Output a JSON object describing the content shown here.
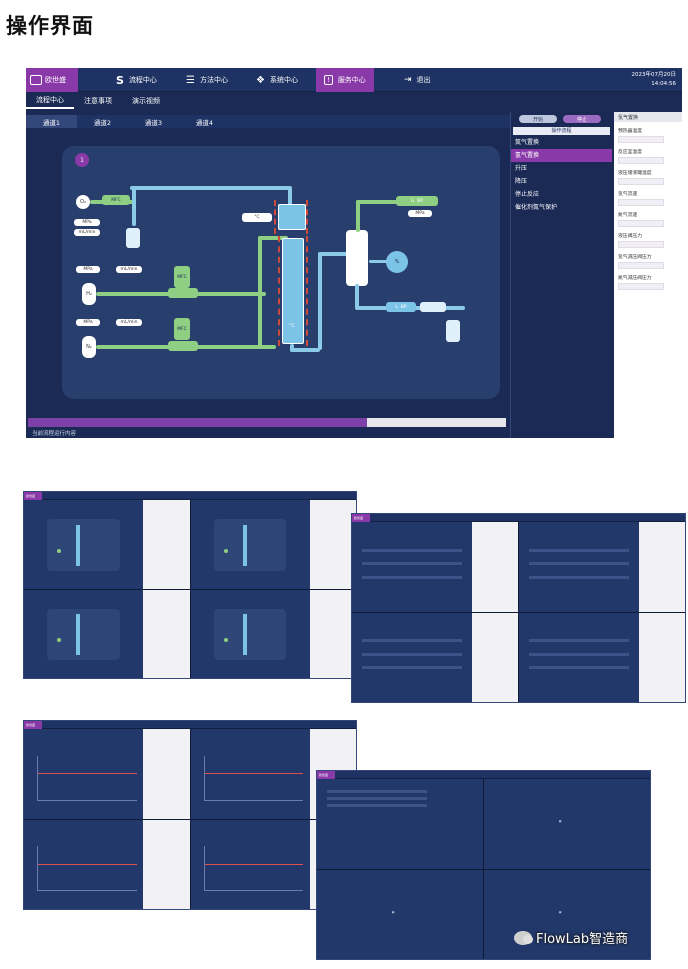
{
  "page": {
    "heading": "操作界面"
  },
  "app": {
    "brand": "欧世盛",
    "nav": [
      {
        "label": "流程中心",
        "icon": "s-curve-icon"
      },
      {
        "label": "方法中心",
        "icon": "list-icon"
      },
      {
        "label": "系统中心",
        "icon": "cluster-icon"
      },
      {
        "label": "服务中心",
        "icon": "alert-icon",
        "active": true
      },
      {
        "label": "退出",
        "icon": "exit-icon"
      }
    ],
    "date": "2023年07月20日",
    "time": "14:04:56",
    "tabs": [
      "流程中心",
      "注意事项",
      "演示视频"
    ],
    "channels": [
      "通道1",
      "通道2",
      "通道3",
      "通道4"
    ],
    "status_text": "当前流程运行内容",
    "progress": 0.71
  },
  "diagram": {
    "badge": "1",
    "o2_label": "O₂",
    "h2_label": "H₂",
    "n2_label": "N₂",
    "mpa": "MPa",
    "ml_min": "mL/min",
    "celsius": "°C",
    "mfc": "MFC",
    "gbp": "G. BP",
    "lbp": "L. BP",
    "pump": "%"
  },
  "process": {
    "start": "开始",
    "stop": "停止",
    "header": "操作流程",
    "steps": [
      "氮气置换",
      "氢气置换",
      "升压",
      "降压",
      "停止反应",
      "催化剂氮气保护"
    ],
    "selected": 1
  },
  "params": {
    "header": "氢气置换",
    "fields": [
      "预热器温度",
      "反应釜温度",
      "液压储液罐温度",
      "氢气流速",
      "氮气流速",
      "液压阀压力",
      "氢气减压阀压力",
      "氮气减压阀压力"
    ]
  },
  "watermark": "FlowLab智造商"
}
